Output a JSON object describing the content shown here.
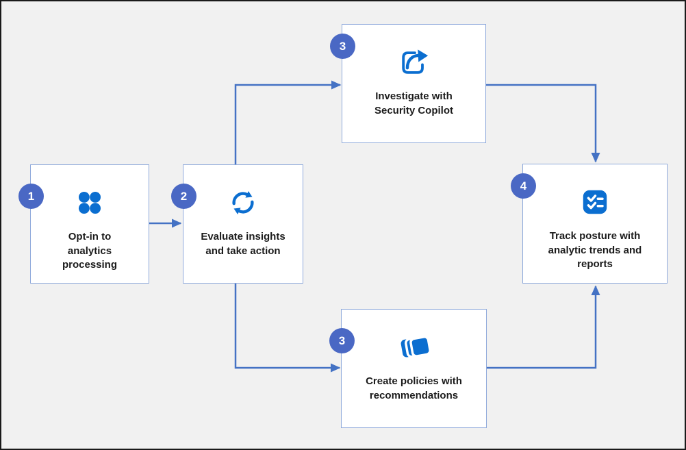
{
  "colors": {
    "canvas_bg": "#f1f1f1",
    "frame_border": "#1a1a1a",
    "box_fill": "#ffffff",
    "box_border": "#8ea9db",
    "connector_blue": "#4472c4",
    "badge_blue": "#4a68c4",
    "icon_blue": "#0b6ed0",
    "text_color": "#1b1b1b"
  },
  "diagram": {
    "type": "flowchart",
    "steps": [
      {
        "number": "1",
        "label": "Opt-in to\nanalytics\nprocessing",
        "icon": "apps-dots-icon"
      },
      {
        "number": "2",
        "label": "Evaluate insights\nand take action",
        "icon": "sync-arrows-icon"
      },
      {
        "number": "3",
        "label": "Investigate with\nSecurity Copilot",
        "icon": "share-arrow-icon"
      },
      {
        "number": "3",
        "label": "Create policies with\nrecommendations",
        "icon": "stacked-cards-icon"
      },
      {
        "number": "4",
        "label": "Track posture with\nanalytic trends and\nreports",
        "icon": "checklist-icon"
      }
    ],
    "connections": [
      {
        "from": "Opt-in to analytics processing",
        "to": "Evaluate insights and take action"
      },
      {
        "from": "Evaluate insights and take action",
        "to": "Investigate with Security Copilot"
      },
      {
        "from": "Evaluate insights and take action",
        "to": "Create policies with recommendations"
      },
      {
        "from": "Investigate with Security Copilot",
        "to": "Track posture with analytic trends and reports"
      },
      {
        "from": "Create policies with recommendations",
        "to": "Track posture with analytic trends and reports"
      }
    ]
  }
}
